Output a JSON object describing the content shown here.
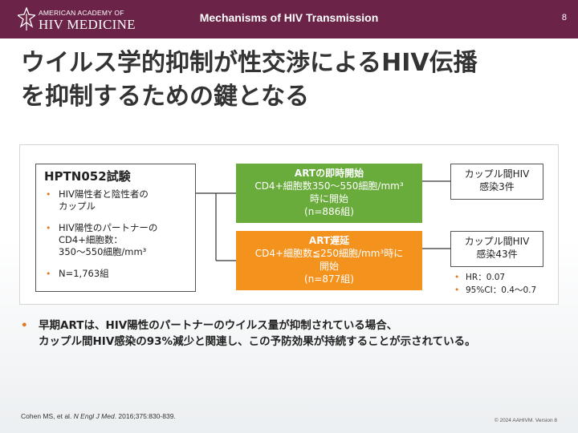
{
  "header": {
    "logo_line1": "AMERICAN ACADEMY OF",
    "logo_line2": "HIV MEDICINE",
    "title": "Mechanisms of HIV Transmission",
    "page_number": "8"
  },
  "slide": {
    "title_line1": "ウイルス学的抑制が性交渉によるHIV伝播",
    "title_line2": "を抑制するための鍵となる"
  },
  "study": {
    "name": "HPTN052試験",
    "bullets": [
      [
        "HIV陽性者と陰性者の",
        "カップル"
      ],
      [
        "HIV陽性のパートナーの",
        "CD4+細胞数：",
        "350〜550細胞/mm³"
      ],
      [
        "N=1,763組"
      ]
    ]
  },
  "arms": {
    "immediate": {
      "title": "ARTの即時開始",
      "line1": "CD4+細胞数350〜550細胞/mm³",
      "line2": "時に開始",
      "line3": "(n=886組)"
    },
    "delayed": {
      "title": "ART遅延",
      "line1": "CD4+細胞数≦250細胞/mm³時に",
      "line2": "開始",
      "line3": "(n=877組)"
    }
  },
  "results": {
    "immediate": {
      "line1": "カップル間HIV",
      "line2": "感染3件"
    },
    "delayed": {
      "line1": "カップル間HIV",
      "line2": "感染43件"
    },
    "stats": [
      "HR：0.07",
      "95%CI：0.4〜0.7"
    ]
  },
  "summary": {
    "line1": "早期ARTは、HIV陽性のパートナーのウイルス量が抑制されている場合、",
    "line2": "カップル間HIV感染の93%減少と関連し、この予防効果が持続することが示されている。"
  },
  "footer": {
    "citation_authors": "Cohen MS, et al. ",
    "citation_journal": "N Engl J Med",
    "citation_rest": ". 2016;375:830-839.",
    "copyright": "© 2024 AAHIVM. Version 8"
  },
  "colors": {
    "header_bg": "#6b2348",
    "arm_immediate": "#6aac3c",
    "arm_delayed": "#f4921e",
    "bullet": "#e07a1f"
  },
  "icons": {
    "logo": "aahivm-logo-icon",
    "bullet": "bullet-dot-icon"
  }
}
